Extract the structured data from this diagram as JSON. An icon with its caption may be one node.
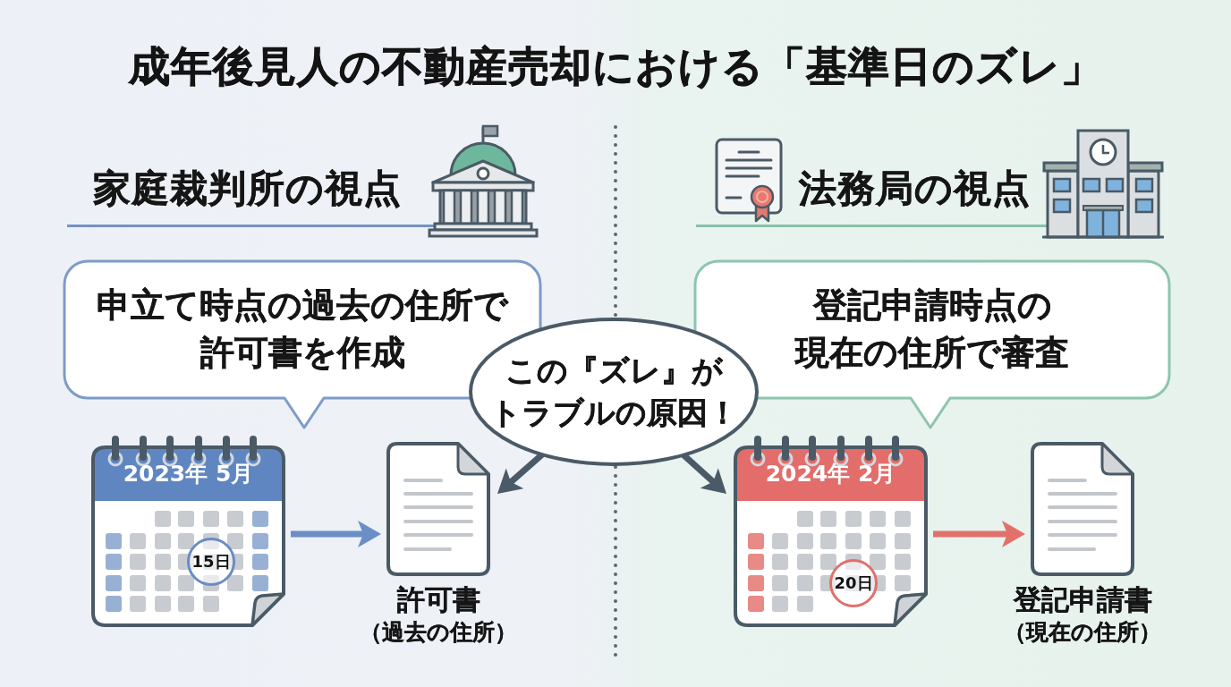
{
  "diagram": {
    "title": "成年後見人の不動産売却における「基準日のズレ」",
    "nodes": [
      {
        "text": [
          "申立て時点の過去の住所で許可書を作成"
        ]
      },
      {
        "text": [
          "2023年 5月",
          "15日"
        ]
      },
      {
        "text": [],
        "shape": "document",
        "beside": [
          "許可書",
          "（過去の住所）"
        ]
      },
      {
        "text": [
          "この『ズレ』がトラブルの原因！"
        ]
      },
      {
        "text": [
          "登記申請時点の現在の住所で審査"
        ]
      },
      {
        "text": [
          "2024年 2月",
          "20日"
        ]
      },
      {
        "text": [],
        "shape": "document",
        "beside": [
          "登記申請書",
          "（現在の住所）"
        ]
      }
    ],
    "edges": [
      {
        "from": 1,
        "to": 2,
        "arrow": "to",
        "color": "#6b8ec6"
      },
      {
        "from": 3,
        "to": 2,
        "arrow": "to"
      },
      {
        "from": 3,
        "to": 5,
        "arrow": "to"
      },
      {
        "from": 5,
        "to": 6,
        "arrow": "to",
        "color": "#e3716b"
      }
    ],
    "labels": [
      "家庭裁判所の視点",
      "法務局の視点"
    ]
  }
}
